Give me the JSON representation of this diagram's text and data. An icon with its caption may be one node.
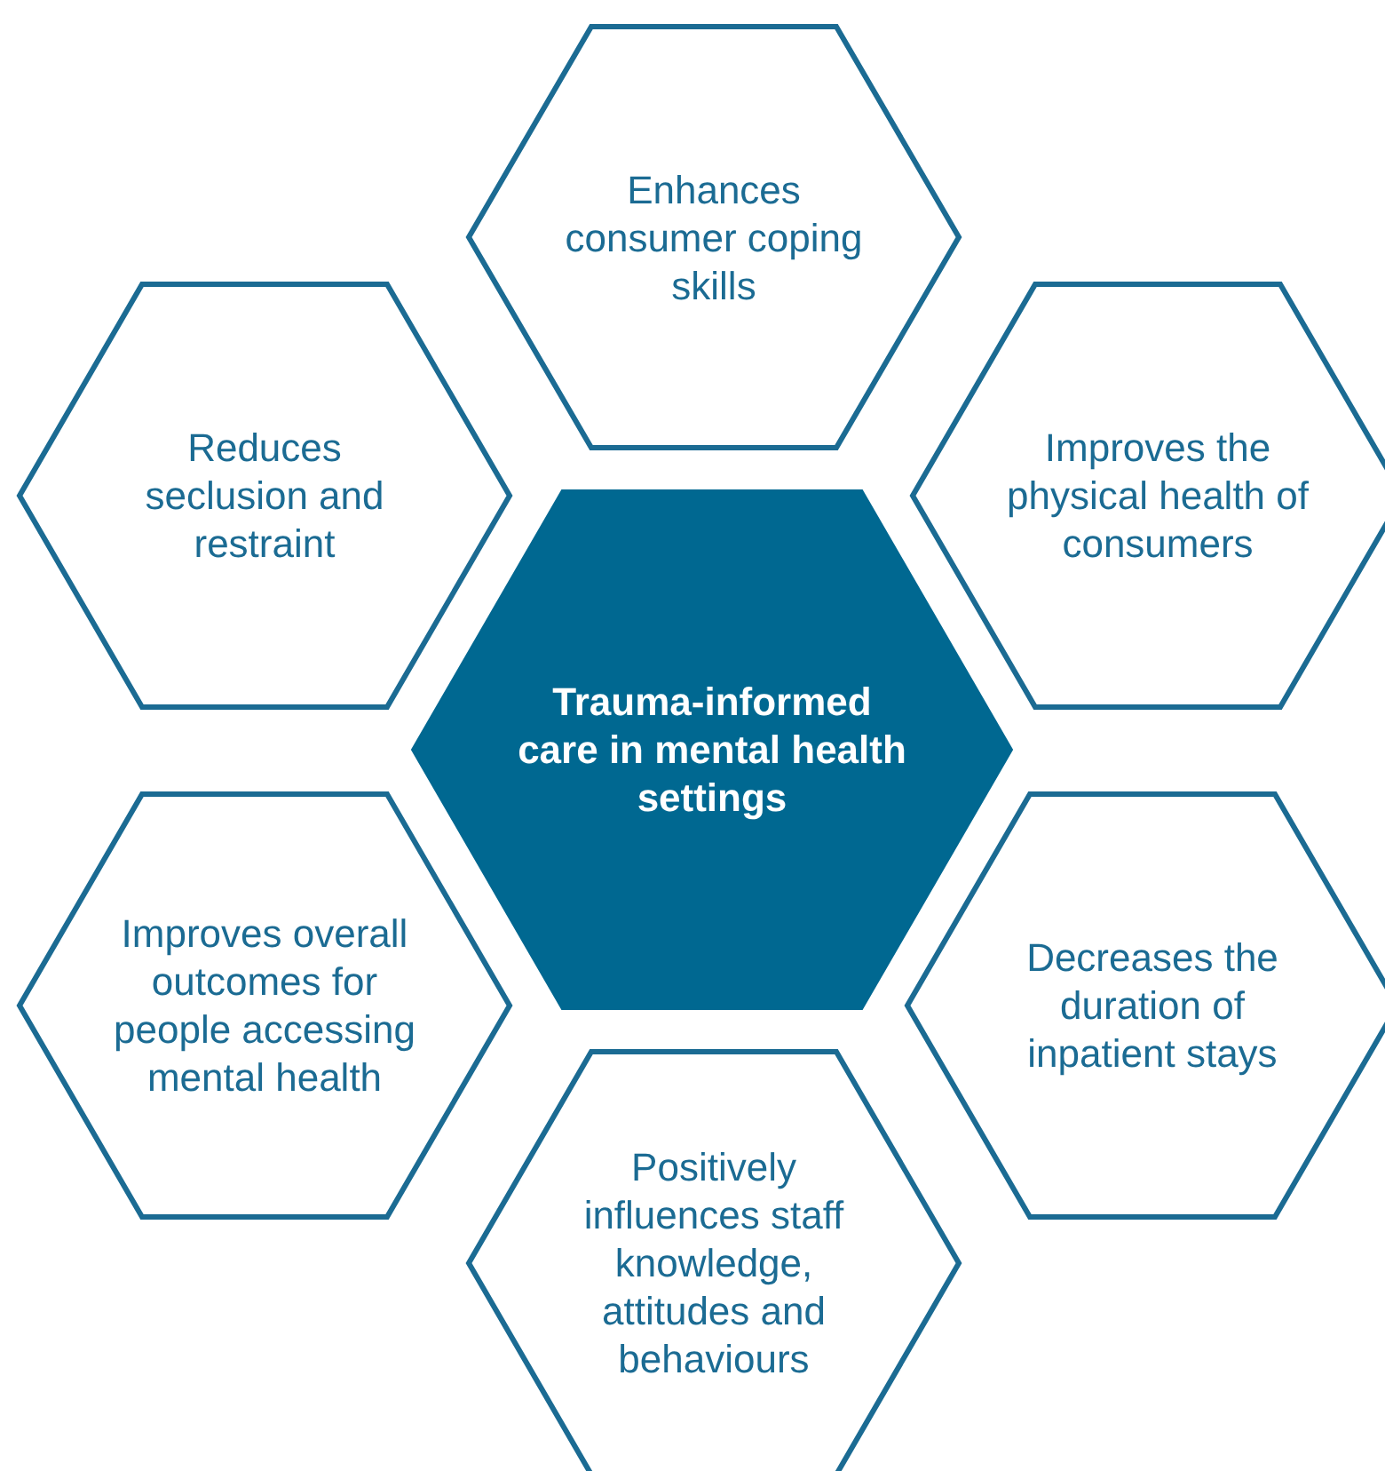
{
  "diagram": {
    "nodes": [
      {
        "text": [
          "Enhances consumer coping skills"
        ]
      },
      {
        "text": [
          "Reduces seclusion and restraint"
        ]
      },
      {
        "text": [
          "Improves the physical health of consumers"
        ]
      },
      {
        "text": [
          "Trauma-informed care in mental health settings"
        ]
      },
      {
        "text": [
          "Improves overall outcomes for people accessing mental health"
        ]
      },
      {
        "text": [
          "Decreases the duration of inpatient stays"
        ]
      },
      {
        "text": [
          "Positively influences staff knowledge, attitudes and behaviours"
        ]
      }
    ],
    "edges": []
  }
}
